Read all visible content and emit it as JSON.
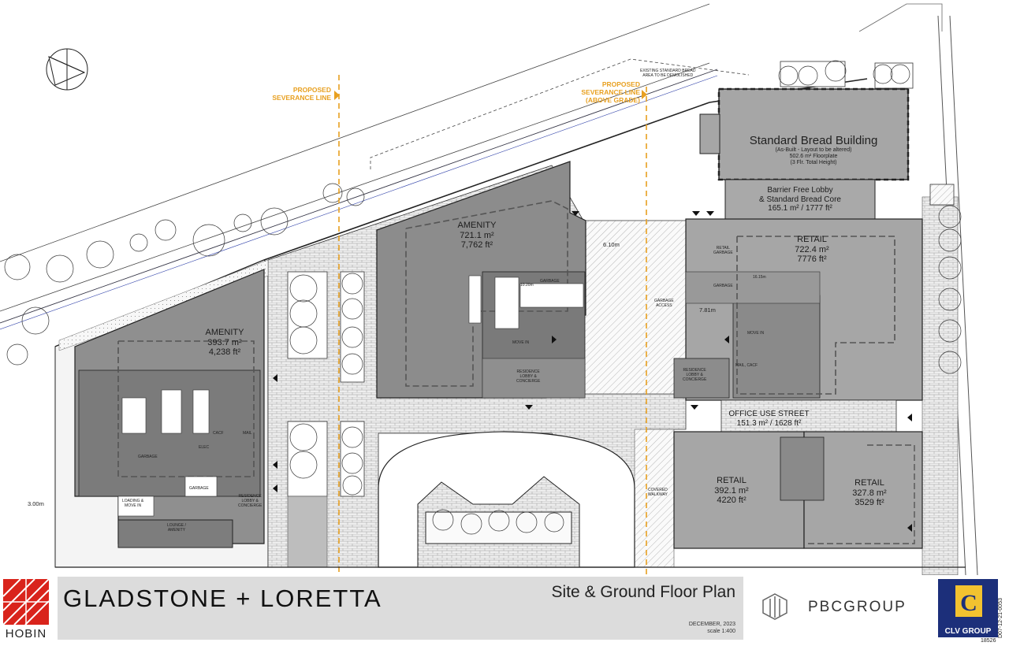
{
  "labels": {
    "severance_left": [
      "PROPOSED",
      "SEVERANCE LINE"
    ],
    "severance_right": [
      "PROPOSED",
      "SEVERANCE LINE",
      "(ABOVE GRADE)"
    ],
    "existing_note": [
      "EXISTING STANDARD BREAD",
      "AREA TO BE DEMOLISHED"
    ],
    "sbb": {
      "title": "Standard Bread Building",
      "lines": [
        "(As-Built - Layout to be altered)",
        "502.6 m² Floorplate",
        "(3 Flr. Total Height)"
      ]
    },
    "lobby_core": [
      "Barrier Free Lobby",
      "& Standard Bread Core",
      "165.1 m² / 1777 ft²"
    ],
    "amenity_left": [
      "AMENITY",
      "393.7 m²",
      "4,238 ft²"
    ],
    "amenity_center": [
      "AMENITY",
      "721.1 m²",
      "7,762 ft²"
    ],
    "retail_ne": [
      "RETAIL",
      "722.4 m²",
      "7776 ft²"
    ],
    "retail_sw": [
      "RETAIL",
      "392.1 m²",
      "4220 ft²"
    ],
    "retail_se": [
      "RETAIL",
      "327.8 m²",
      "3529 ft²"
    ],
    "office_street": [
      "OFFICE USE STREET",
      "151.3 m² / 1628 ft²"
    ],
    "dim_610": "6.10m",
    "dim_781": "7.81m",
    "dim_300": "3.00m",
    "small": {
      "garbage": "GARBAGE",
      "move_in": "MOVE IN",
      "mail_cacf": "MAIL, CACF",
      "mail": "MAIL",
      "cacf": "CACF",
      "elec": "ELEC",
      "residence_lobby": [
        "RESIDENCE",
        "LOBBY &",
        "CONCIERGE"
      ],
      "loading": [
        "LOADING &",
        "MOVE IN"
      ],
      "lounge": [
        "LOUNGE /",
        "AMENITY"
      ],
      "garbage_access": [
        "GARBAGE",
        "ACCESS"
      ],
      "retail_garbage": [
        "RETAIL",
        "GARBAGE"
      ],
      "covered_walkway": [
        "COVERED",
        "WALKWAY"
      ],
      "dim_1020": "10.20m",
      "dim_1615": "16.15m"
    }
  },
  "title_block": {
    "project": "GLADSTONE + LORETTA",
    "sheet": "Site & Ground Floor Plan",
    "date": "DECEMBER, 2023",
    "scale": "scale 1:400",
    "logo_left": "HOBIN",
    "logo_mid": "PBCGROUP",
    "logo_right": "CLV GROUP",
    "drawing_no": "D07-12-21-0053",
    "project_no": "18526"
  },
  "colors": {
    "building_dark": "#8a8a8a",
    "building_mid": "#a8a8a8",
    "plaza": "#ececec",
    "severance": "#e8a020",
    "clv_blue": "#1c2f7a",
    "hobin_red": "#d9241c"
  }
}
